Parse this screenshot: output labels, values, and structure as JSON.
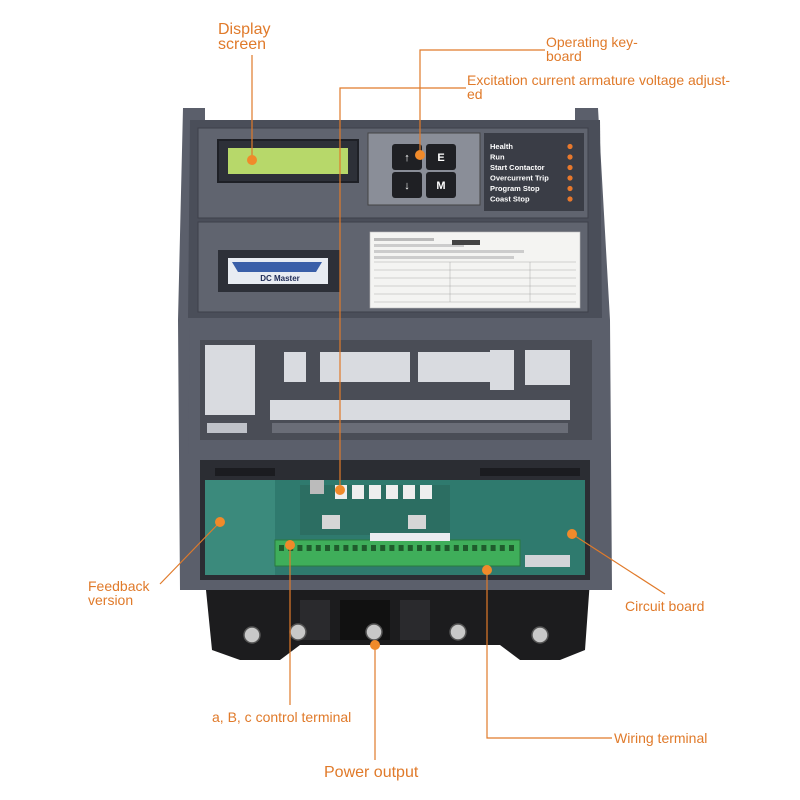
{
  "callouts": {
    "display_screen": [
      "Display",
      "screen"
    ],
    "operating_keyboard": [
      "Operating key-",
      "board"
    ],
    "excitation_adjust": [
      "Excitation current armature voltage adjust-",
      "ed"
    ],
    "feedback_version": [
      "Feedback",
      "version"
    ],
    "circuit_board": "Circuit board",
    "control_terminal": "a, B, c control terminal",
    "wiring_terminal": "Wiring terminal",
    "power_output": "Power output"
  },
  "device": {
    "brand_plate": "DC Master",
    "keys": [
      "↑",
      "E",
      "↓",
      "M"
    ],
    "status_leds": [
      "Health",
      "Run",
      "Start Contactor",
      "Overcurrent Trip",
      "Program Stop",
      "Coast Stop"
    ]
  },
  "colors": {
    "accent": "#e07a2a",
    "housing": "#5b5f6b",
    "lcd": "#b7d86a",
    "board": "#2f7a6e",
    "terminal": "#3fae5a",
    "heatsink": "#1c1c1e",
    "led": "#e8782c"
  }
}
